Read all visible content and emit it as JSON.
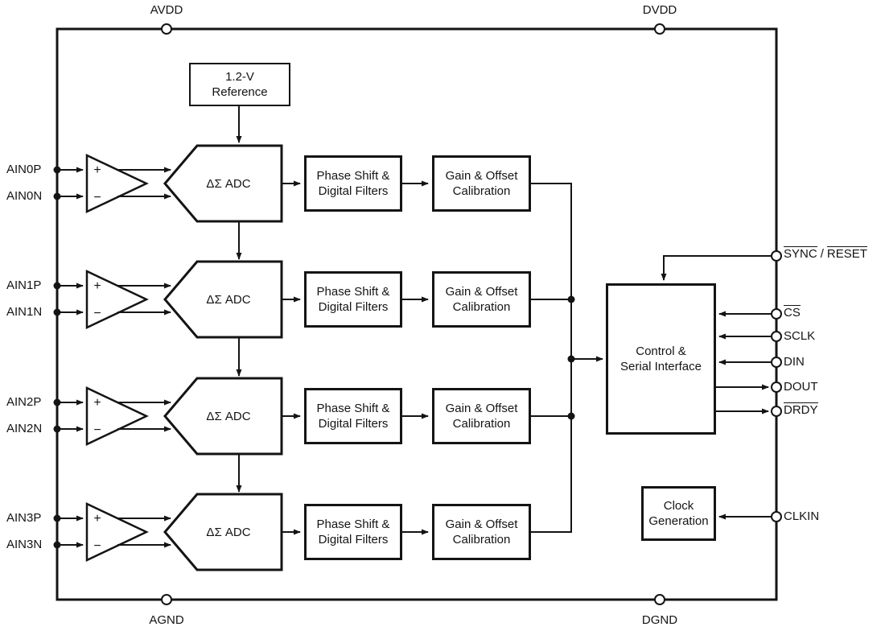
{
  "diagram": {
    "power": {
      "avdd": "AVDD",
      "dvdd": "DVDD",
      "agnd": "AGND",
      "dgnd": "DGND"
    },
    "reference": {
      "line1": "1.2-V",
      "line2": "Reference"
    },
    "amp": {
      "plus": "+",
      "minus": "−"
    },
    "adc_label": "ΔΣ ADC",
    "phase": {
      "line1": "Phase Shift &",
      "line2": "Digital Filters"
    },
    "gain": {
      "line1": "Gain & Offset",
      "line2": "Calibration"
    },
    "channels": [
      {
        "inp": "AIN0P",
        "inn": "AIN0N"
      },
      {
        "inp": "AIN1P",
        "inn": "AIN1N"
      },
      {
        "inp": "AIN2P",
        "inn": "AIN2N"
      },
      {
        "inp": "AIN3P",
        "inn": "AIN3N"
      }
    ],
    "control": {
      "line1": "Control &",
      "line2": "Serial Interface"
    },
    "clock": {
      "line1": "Clock",
      "line2": "Generation"
    },
    "signals": {
      "sync": "SYNC",
      "sync_sep": "/",
      "reset": "RESET",
      "cs": "CS",
      "sclk": "SCLK",
      "din": "DIN",
      "dout": "DOUT",
      "drdy": "DRDY",
      "clkin": "CLKIN"
    },
    "colors": {
      "ink": "#141414",
      "paper": "#ffffff"
    }
  }
}
